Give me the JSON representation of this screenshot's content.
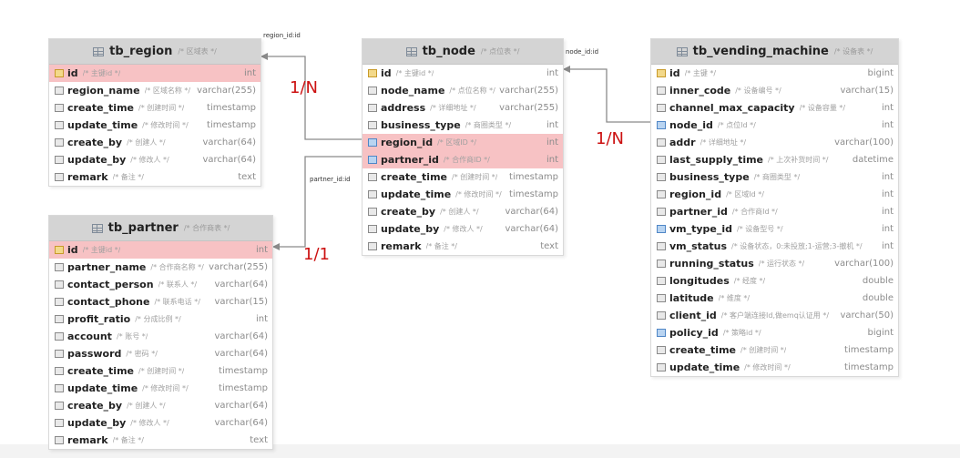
{
  "tables": {
    "region": {
      "name": "tb_region",
      "comment": "/* 区域表 */",
      "fields": [
        {
          "name": "id",
          "comment": "/* 主键id */",
          "type": "int",
          "icon": "key",
          "hl": true
        },
        {
          "name": "region_name",
          "comment": "/* 区域名称 */",
          "type": "varchar(255)",
          "icon": "col"
        },
        {
          "name": "create_time",
          "comment": "/* 创建时间 */",
          "type": "timestamp",
          "icon": "col"
        },
        {
          "name": "update_time",
          "comment": "/* 修改时间 */",
          "type": "timestamp",
          "icon": "col"
        },
        {
          "name": "create_by",
          "comment": "/* 创建人 */",
          "type": "varchar(64)",
          "icon": "col"
        },
        {
          "name": "update_by",
          "comment": "/* 修改人 */",
          "type": "varchar(64)",
          "icon": "col"
        },
        {
          "name": "remark",
          "comment": "/* 备注 */",
          "type": "text",
          "icon": "col"
        }
      ]
    },
    "partner": {
      "name": "tb_partner",
      "comment": "/* 合作商表 */",
      "fields": [
        {
          "name": "id",
          "comment": "/* 主键id */",
          "type": "int",
          "icon": "key",
          "hl": true
        },
        {
          "name": "partner_name",
          "comment": "/* 合作商名称 */",
          "type": "varchar(255)",
          "icon": "col"
        },
        {
          "name": "contact_person",
          "comment": "/* 联系人 */",
          "type": "varchar(64)",
          "icon": "col"
        },
        {
          "name": "contact_phone",
          "comment": "/* 联系电话 */",
          "type": "varchar(15)",
          "icon": "col"
        },
        {
          "name": "profit_ratio",
          "comment": "/* 分成比例 */",
          "type": "int",
          "icon": "col"
        },
        {
          "name": "account",
          "comment": "/* 账号 */",
          "type": "varchar(64)",
          "icon": "col"
        },
        {
          "name": "password",
          "comment": "/* 密码 */",
          "type": "varchar(64)",
          "icon": "col"
        },
        {
          "name": "create_time",
          "comment": "/* 创建时间 */",
          "type": "timestamp",
          "icon": "col"
        },
        {
          "name": "update_time",
          "comment": "/* 修改时间 */",
          "type": "timestamp",
          "icon": "col"
        },
        {
          "name": "create_by",
          "comment": "/* 创建人 */",
          "type": "varchar(64)",
          "icon": "col"
        },
        {
          "name": "update_by",
          "comment": "/* 修改人 */",
          "type": "varchar(64)",
          "icon": "col"
        },
        {
          "name": "remark",
          "comment": "/* 备注 */",
          "type": "text",
          "icon": "col"
        }
      ]
    },
    "node": {
      "name": "tb_node",
      "comment": "/* 点位表 */",
      "fields": [
        {
          "name": "id",
          "comment": "/* 主键id */",
          "type": "int",
          "icon": "key"
        },
        {
          "name": "node_name",
          "comment": "/* 点位名称 */",
          "type": "varchar(255)",
          "icon": "col"
        },
        {
          "name": "address",
          "comment": "/* 详细地址 */",
          "type": "varchar(255)",
          "icon": "col"
        },
        {
          "name": "business_type",
          "comment": "/* 商圈类型 */",
          "type": "int",
          "icon": "col"
        },
        {
          "name": "region_id",
          "comment": "/* 区域ID */",
          "type": "int",
          "icon": "fk",
          "hl": true
        },
        {
          "name": "partner_id",
          "comment": "/* 合作商ID */",
          "type": "int",
          "icon": "fk",
          "hl": true
        },
        {
          "name": "create_time",
          "comment": "/* 创建时间 */",
          "type": "timestamp",
          "icon": "col"
        },
        {
          "name": "update_time",
          "comment": "/* 修改时间 */",
          "type": "timestamp",
          "icon": "col"
        },
        {
          "name": "create_by",
          "comment": "/* 创建人 */",
          "type": "varchar(64)",
          "icon": "col"
        },
        {
          "name": "update_by",
          "comment": "/* 修改人 */",
          "type": "varchar(64)",
          "icon": "col"
        },
        {
          "name": "remark",
          "comment": "/* 备注 */",
          "type": "text",
          "icon": "col"
        }
      ]
    },
    "vending": {
      "name": "tb_vending_machine",
      "comment": "/* 设备表 */",
      "fields": [
        {
          "name": "id",
          "comment": "/* 主键 */",
          "type": "bigint",
          "icon": "key"
        },
        {
          "name": "inner_code",
          "comment": "/* 设备编号 */",
          "type": "varchar(15)",
          "icon": "col"
        },
        {
          "name": "channel_max_capacity",
          "comment": "/* 设备容量 */",
          "type": "int",
          "icon": "col"
        },
        {
          "name": "node_id",
          "comment": "/* 点位Id */",
          "type": "int",
          "icon": "fk"
        },
        {
          "name": "addr",
          "comment": "/* 详细地址 */",
          "type": "varchar(100)",
          "icon": "col"
        },
        {
          "name": "last_supply_time",
          "comment": "/* 上次补货时间 */",
          "type": "datetime",
          "icon": "col"
        },
        {
          "name": "business_type",
          "comment": "/* 商圈类型 */",
          "type": "int",
          "icon": "col"
        },
        {
          "name": "region_id",
          "comment": "/* 区域Id */",
          "type": "int",
          "icon": "col"
        },
        {
          "name": "partner_id",
          "comment": "/* 合作商Id */",
          "type": "int",
          "icon": "col"
        },
        {
          "name": "vm_type_id",
          "comment": "/* 设备型号 */",
          "type": "int",
          "icon": "fk"
        },
        {
          "name": "vm_status",
          "comment": "/* 设备状态，0:未投放;1-运营;3-撤机 */",
          "type": "int",
          "icon": "col"
        },
        {
          "name": "running_status",
          "comment": "/* 运行状态 */",
          "type": "varchar(100)",
          "icon": "col"
        },
        {
          "name": "longitudes",
          "comment": "/* 经度 */",
          "type": "double",
          "icon": "col"
        },
        {
          "name": "latitude",
          "comment": "/* 维度 */",
          "type": "double",
          "icon": "col"
        },
        {
          "name": "client_id",
          "comment": "/* 客户端连接Id,做emq认证用 */",
          "type": "varchar(50)",
          "icon": "col"
        },
        {
          "name": "policy_id",
          "comment": "/* 策略id */",
          "type": "bigint",
          "icon": "fk"
        },
        {
          "name": "create_time",
          "comment": "/* 创建时间 */",
          "type": "timestamp",
          "icon": "col"
        },
        {
          "name": "update_time",
          "comment": "/* 修改时间 */",
          "type": "timestamp",
          "icon": "col"
        }
      ]
    }
  },
  "relations": {
    "region_node": {
      "column": "region_id:id",
      "cardinality": "1/N"
    },
    "partner_node": {
      "column": "partner_id:id",
      "cardinality": "1/1"
    },
    "node_vending": {
      "column": "node_id:id",
      "cardinality": "1/N"
    }
  },
  "colors": {
    "highlight": "#f7c2c4",
    "header": "#d4d4d4",
    "cardinality": "#cc1111",
    "line": "#8a8a8a"
  }
}
